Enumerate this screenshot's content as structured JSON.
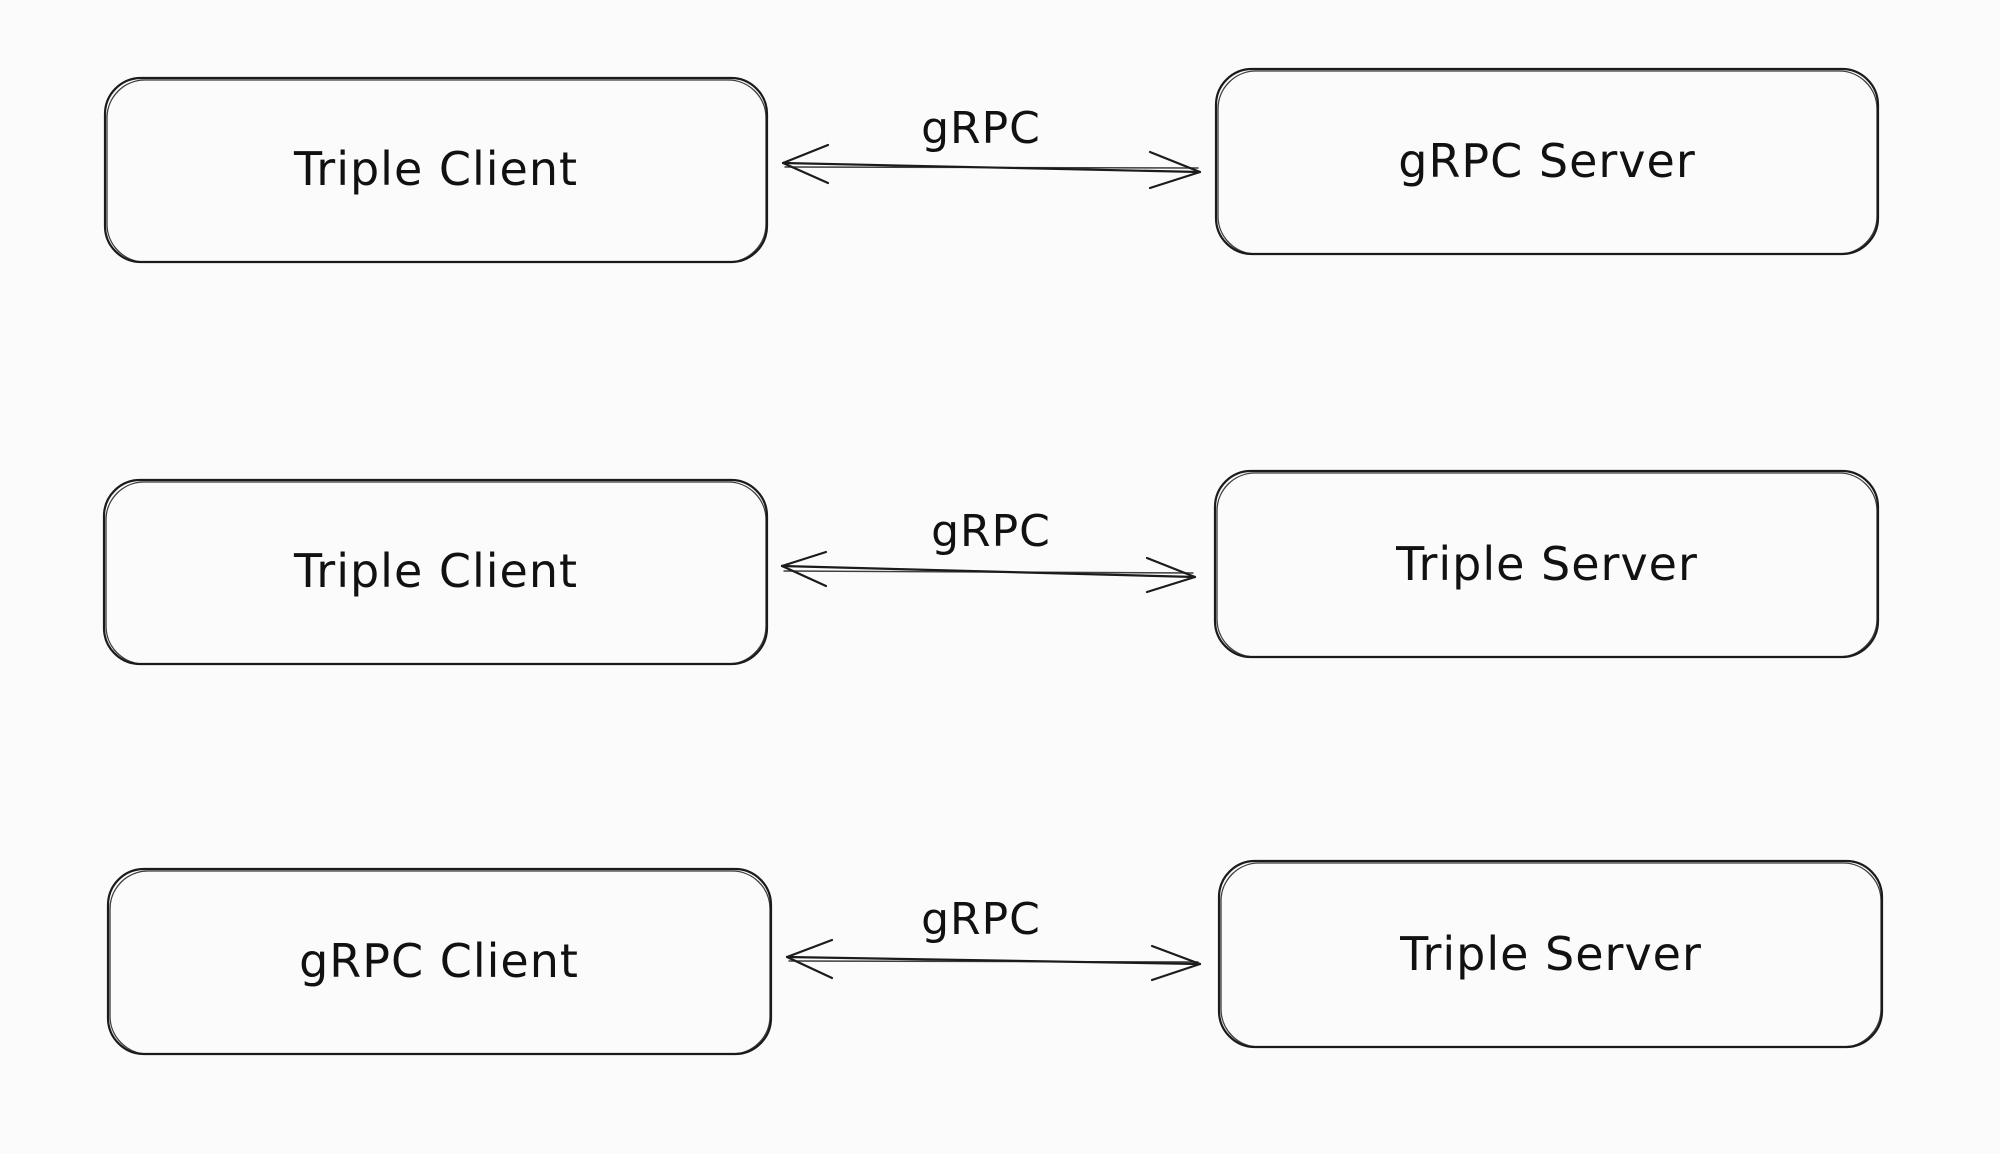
{
  "rows": [
    {
      "left": {
        "label": "Triple Client"
      },
      "edge": {
        "label": "gRPC"
      },
      "right": {
        "label": "gRPC Server"
      }
    },
    {
      "left": {
        "label": "Triple Client"
      },
      "edge": {
        "label": "gRPC"
      },
      "right": {
        "label": "Triple Server"
      }
    },
    {
      "left": {
        "label": "gRPC Client"
      },
      "edge": {
        "label": "gRPC"
      },
      "right": {
        "label": "Triple Server"
      }
    }
  ]
}
